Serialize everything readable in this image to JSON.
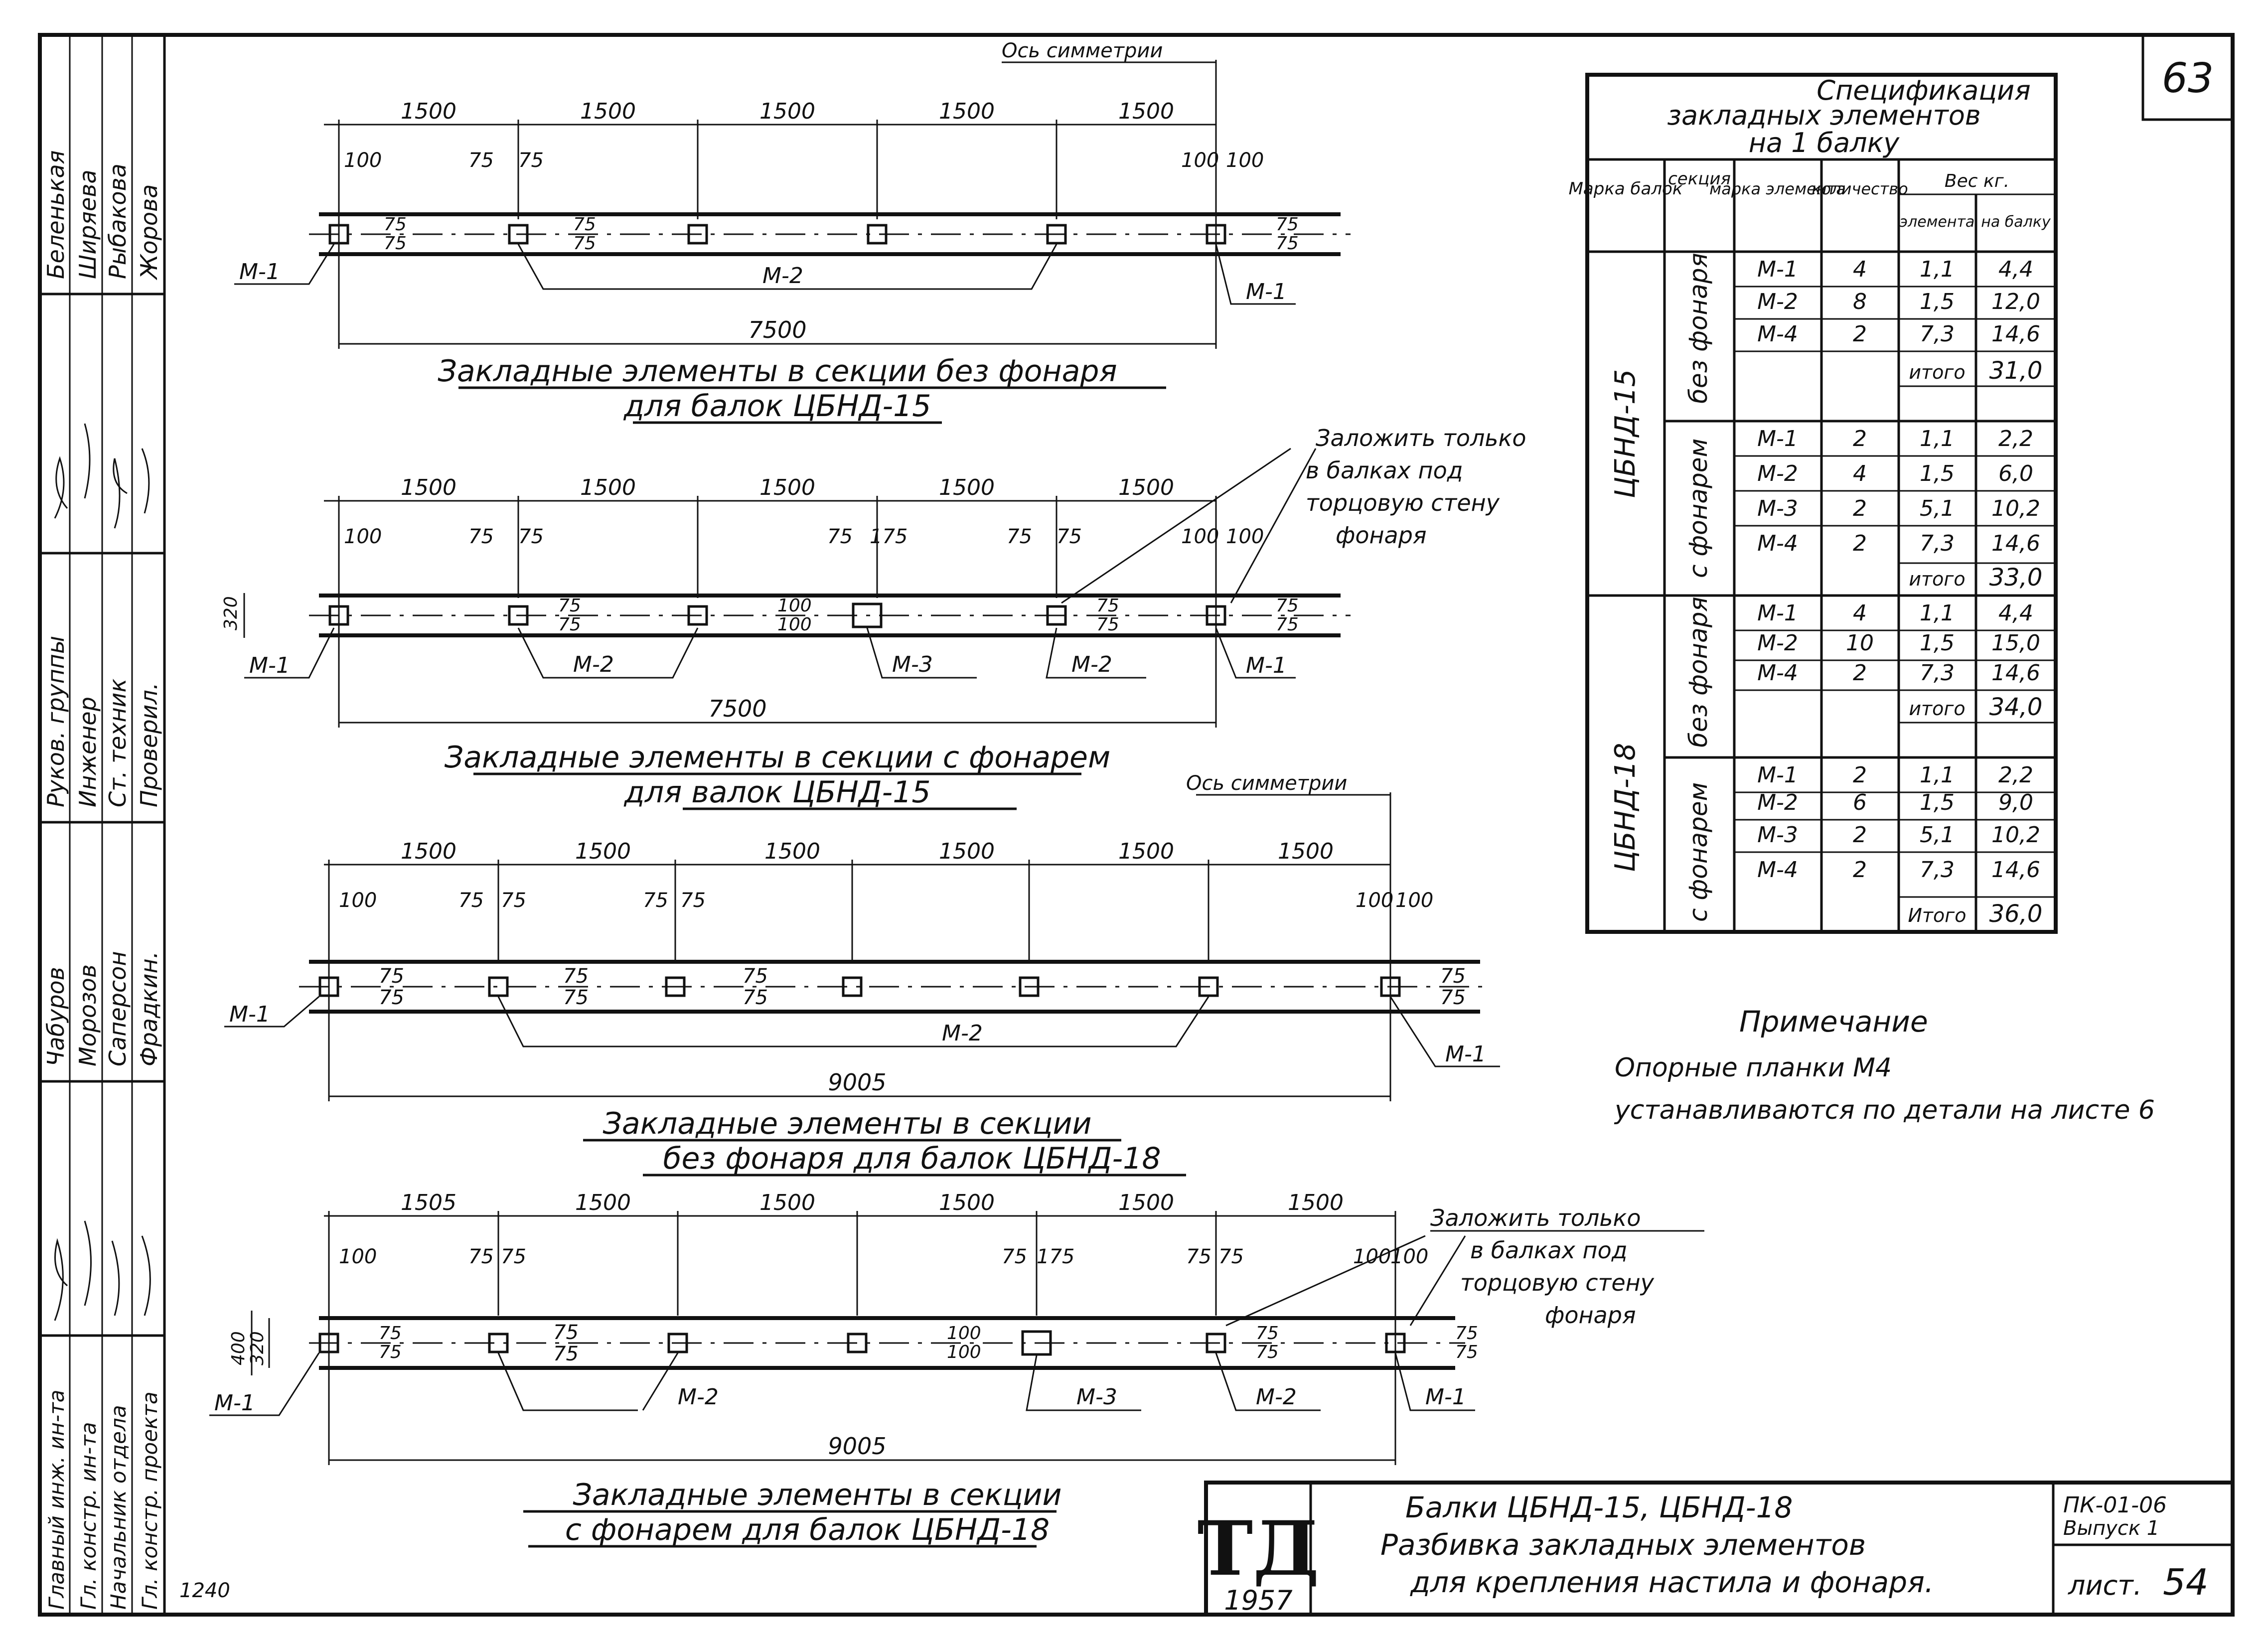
{
  "sheet_number": "63",
  "title_block": {
    "logo": "ТД",
    "year": "1957",
    "title_lines": [
      "Балки ЦБНД-15, ЦБНД-18",
      "Разбивка закладных элементов",
      "для крепления настила и фонаря."
    ],
    "code": "ПК-01-06",
    "issue": "Выпуск 1",
    "list_label": "лист.",
    "list_number": "54"
  },
  "left_stamp": {
    "roles": [
      "Главный инж. ин-та",
      "Гл. констр. ин-та",
      "Начальник отдела",
      "Гл. констр. проекта",
      "Руков. группы",
      "Инженер",
      "Ст. техник",
      "Проверил."
    ],
    "names_top": [
      "Беленькая",
      "Ширяева",
      "Рыбакова",
      "Жорова"
    ],
    "names_bottom": [
      "Чабуров",
      "Морозов",
      "Саперсон",
      "Фрадкин."
    ]
  },
  "corner_note": "1240",
  "note": {
    "heading": "Примечание",
    "lines": [
      "Опорные планки М4",
      "устанавливаются по детали на листе 6"
    ]
  },
  "callouts": {
    "symmetry_axis": "Ось симметрии",
    "place_only_lines": [
      "Заложить только",
      "в балках под",
      "торцовую стену",
      "фонаря"
    ]
  },
  "spec_table": {
    "title_lines": [
      "Спецификация",
      "закладных элементов",
      "на 1 балку"
    ],
    "headers": {
      "beam_mark": "Марка балок",
      "section": "секция",
      "element_mark": "марка элемента",
      "quantity": "количество",
      "weight": "Вес кг.",
      "weight_element": "элемента",
      "weight_beam": "на балку"
    },
    "groups": [
      {
        "beam": "ЦБНД-15",
        "sections": [
          {
            "name": "без фонаря",
            "rows": [
              [
                "М-1",
                "4",
                "1,1",
                "4,4"
              ],
              [
                "М-2",
                "8",
                "1,5",
                "12,0"
              ],
              [
                "М-4",
                "2",
                "7,3",
                "14,6"
              ]
            ],
            "total_label": "итого",
            "total": "31,0"
          },
          {
            "name": "с фонарем",
            "rows": [
              [
                "М-1",
                "2",
                "1,1",
                "2,2"
              ],
              [
                "М-2",
                "4",
                "1,5",
                "6,0"
              ],
              [
                "М-3",
                "2",
                "5,1",
                "10,2"
              ],
              [
                "М-4",
                "2",
                "7,3",
                "14,6"
              ]
            ],
            "total_label": "итого",
            "total": "33,0"
          }
        ]
      },
      {
        "beam": "ЦБНД-18",
        "sections": [
          {
            "name": "без фонаря",
            "rows": [
              [
                "М-1",
                "4",
                "1,1",
                "4,4"
              ],
              [
                "М-2",
                "10",
                "1,5",
                "15,0"
              ],
              [
                "М-4",
                "2",
                "7,3",
                "14,6"
              ]
            ],
            "total_label": "итого",
            "total": "34,0"
          },
          {
            "name": "с фонарем",
            "rows": [
              [
                "М-1",
                "2",
                "1,1",
                "2,2"
              ],
              [
                "М-2",
                "6",
                "1,5",
                "9,0"
              ],
              [
                "М-3",
                "2",
                "5,1",
                "10,2"
              ],
              [
                "М-4",
                "2",
                "7,3",
                "14,6"
              ]
            ],
            "total_label": "Итого",
            "total": "36,0"
          }
        ]
      }
    ]
  },
  "drawings": [
    {
      "caption_lines": [
        "Закладные элементы в секции без фонаря",
        "для балок ЦБНД-15"
      ],
      "spans": [
        "1500",
        "1500",
        "1500",
        "1500",
        "1500"
      ],
      "total": "7500",
      "offsets": [
        "100",
        "75",
        "75",
        "100",
        "100"
      ],
      "vertical_dims": [
        "75",
        "75"
      ],
      "labels": {
        "end": "М-1",
        "mid": "М-2"
      }
    },
    {
      "caption_lines": [
        "Закладные элементы в секции с фонарем",
        "для валок ЦБНД-15"
      ],
      "spans": [
        "1500",
        "1500",
        "1500",
        "1500",
        "1500"
      ],
      "total": "7500",
      "offsets": [
        "100",
        "75",
        "75",
        "75",
        "175",
        "75",
        "75",
        "100",
        "100"
      ],
      "vertical_dims": [
        "75",
        "75",
        "100",
        "100"
      ],
      "height": "320",
      "labels": {
        "end": "М-1",
        "mid": "М-2",
        "lantern": "М-3"
      }
    },
    {
      "caption_lines": [
        "Закладные элементы в секции",
        "без фонаря для балок ЦБНД-18"
      ],
      "spans": [
        "1500",
        "1500",
        "1500",
        "1500",
        "1500",
        "1500"
      ],
      "total": "9005",
      "offsets": [
        "100",
        "75",
        "75",
        "75",
        "75",
        "100",
        "100"
      ],
      "vertical_dims": [
        "75",
        "75"
      ],
      "labels": {
        "end": "М-1",
        "mid": "М-2"
      }
    },
    {
      "caption_lines": [
        "Закладные элементы в секции",
        "с фонарем для балок ЦБНД-18"
      ],
      "spans": [
        "1505",
        "1500",
        "1500",
        "1500",
        "1500",
        "1500"
      ],
      "total": "9005",
      "offsets": [
        "100",
        "75",
        "75",
        "75",
        "175",
        "75",
        "75",
        "100",
        "100"
      ],
      "vertical_dims": [
        "75",
        "75",
        "100",
        "100"
      ],
      "heights": [
        "400",
        "320"
      ],
      "labels": {
        "end": "М-1",
        "mid": "М-2",
        "lantern": "М-3"
      }
    }
  ]
}
